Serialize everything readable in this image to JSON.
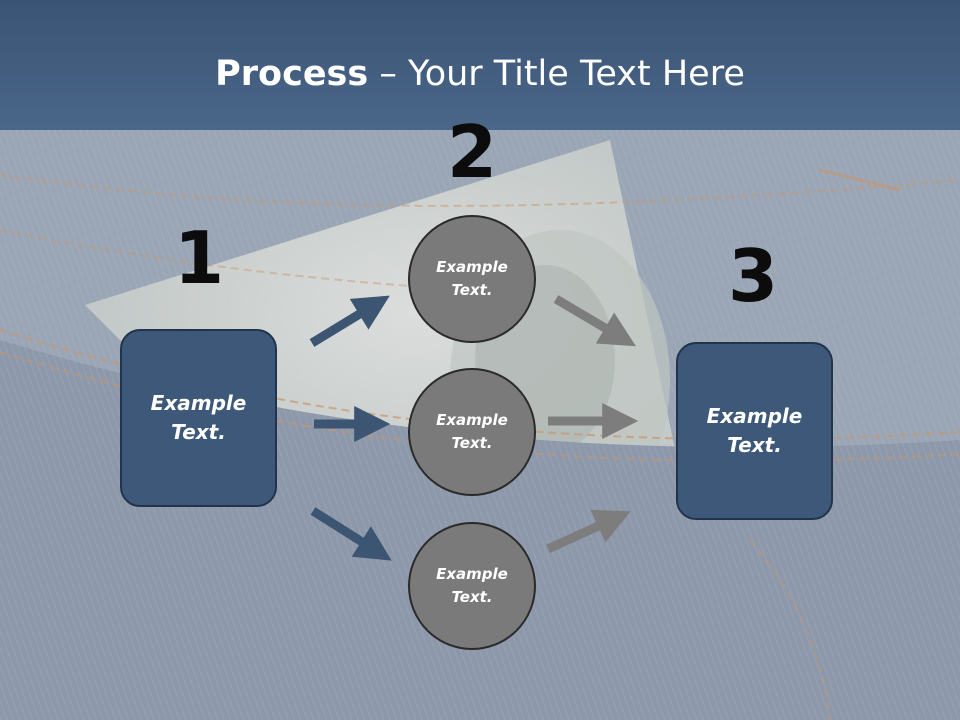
{
  "title": {
    "bold": "Process",
    "rest": " – Your Title Text Here"
  },
  "steps": [
    {
      "number": "1",
      "text": "Example\nText."
    },
    {
      "number": "2"
    },
    {
      "number": "3",
      "text": "Example\nText."
    }
  ],
  "circles": [
    {
      "text": "Example\nText."
    },
    {
      "text": "Example\nText."
    },
    {
      "text": "Example\nText."
    }
  ],
  "colors": {
    "box_fill": "#3d5879",
    "circle_fill": "#7a7a7a",
    "arrow_blue": "#3c5572",
    "arrow_gray": "#7d7d7d",
    "denim": "#8a97a8"
  }
}
